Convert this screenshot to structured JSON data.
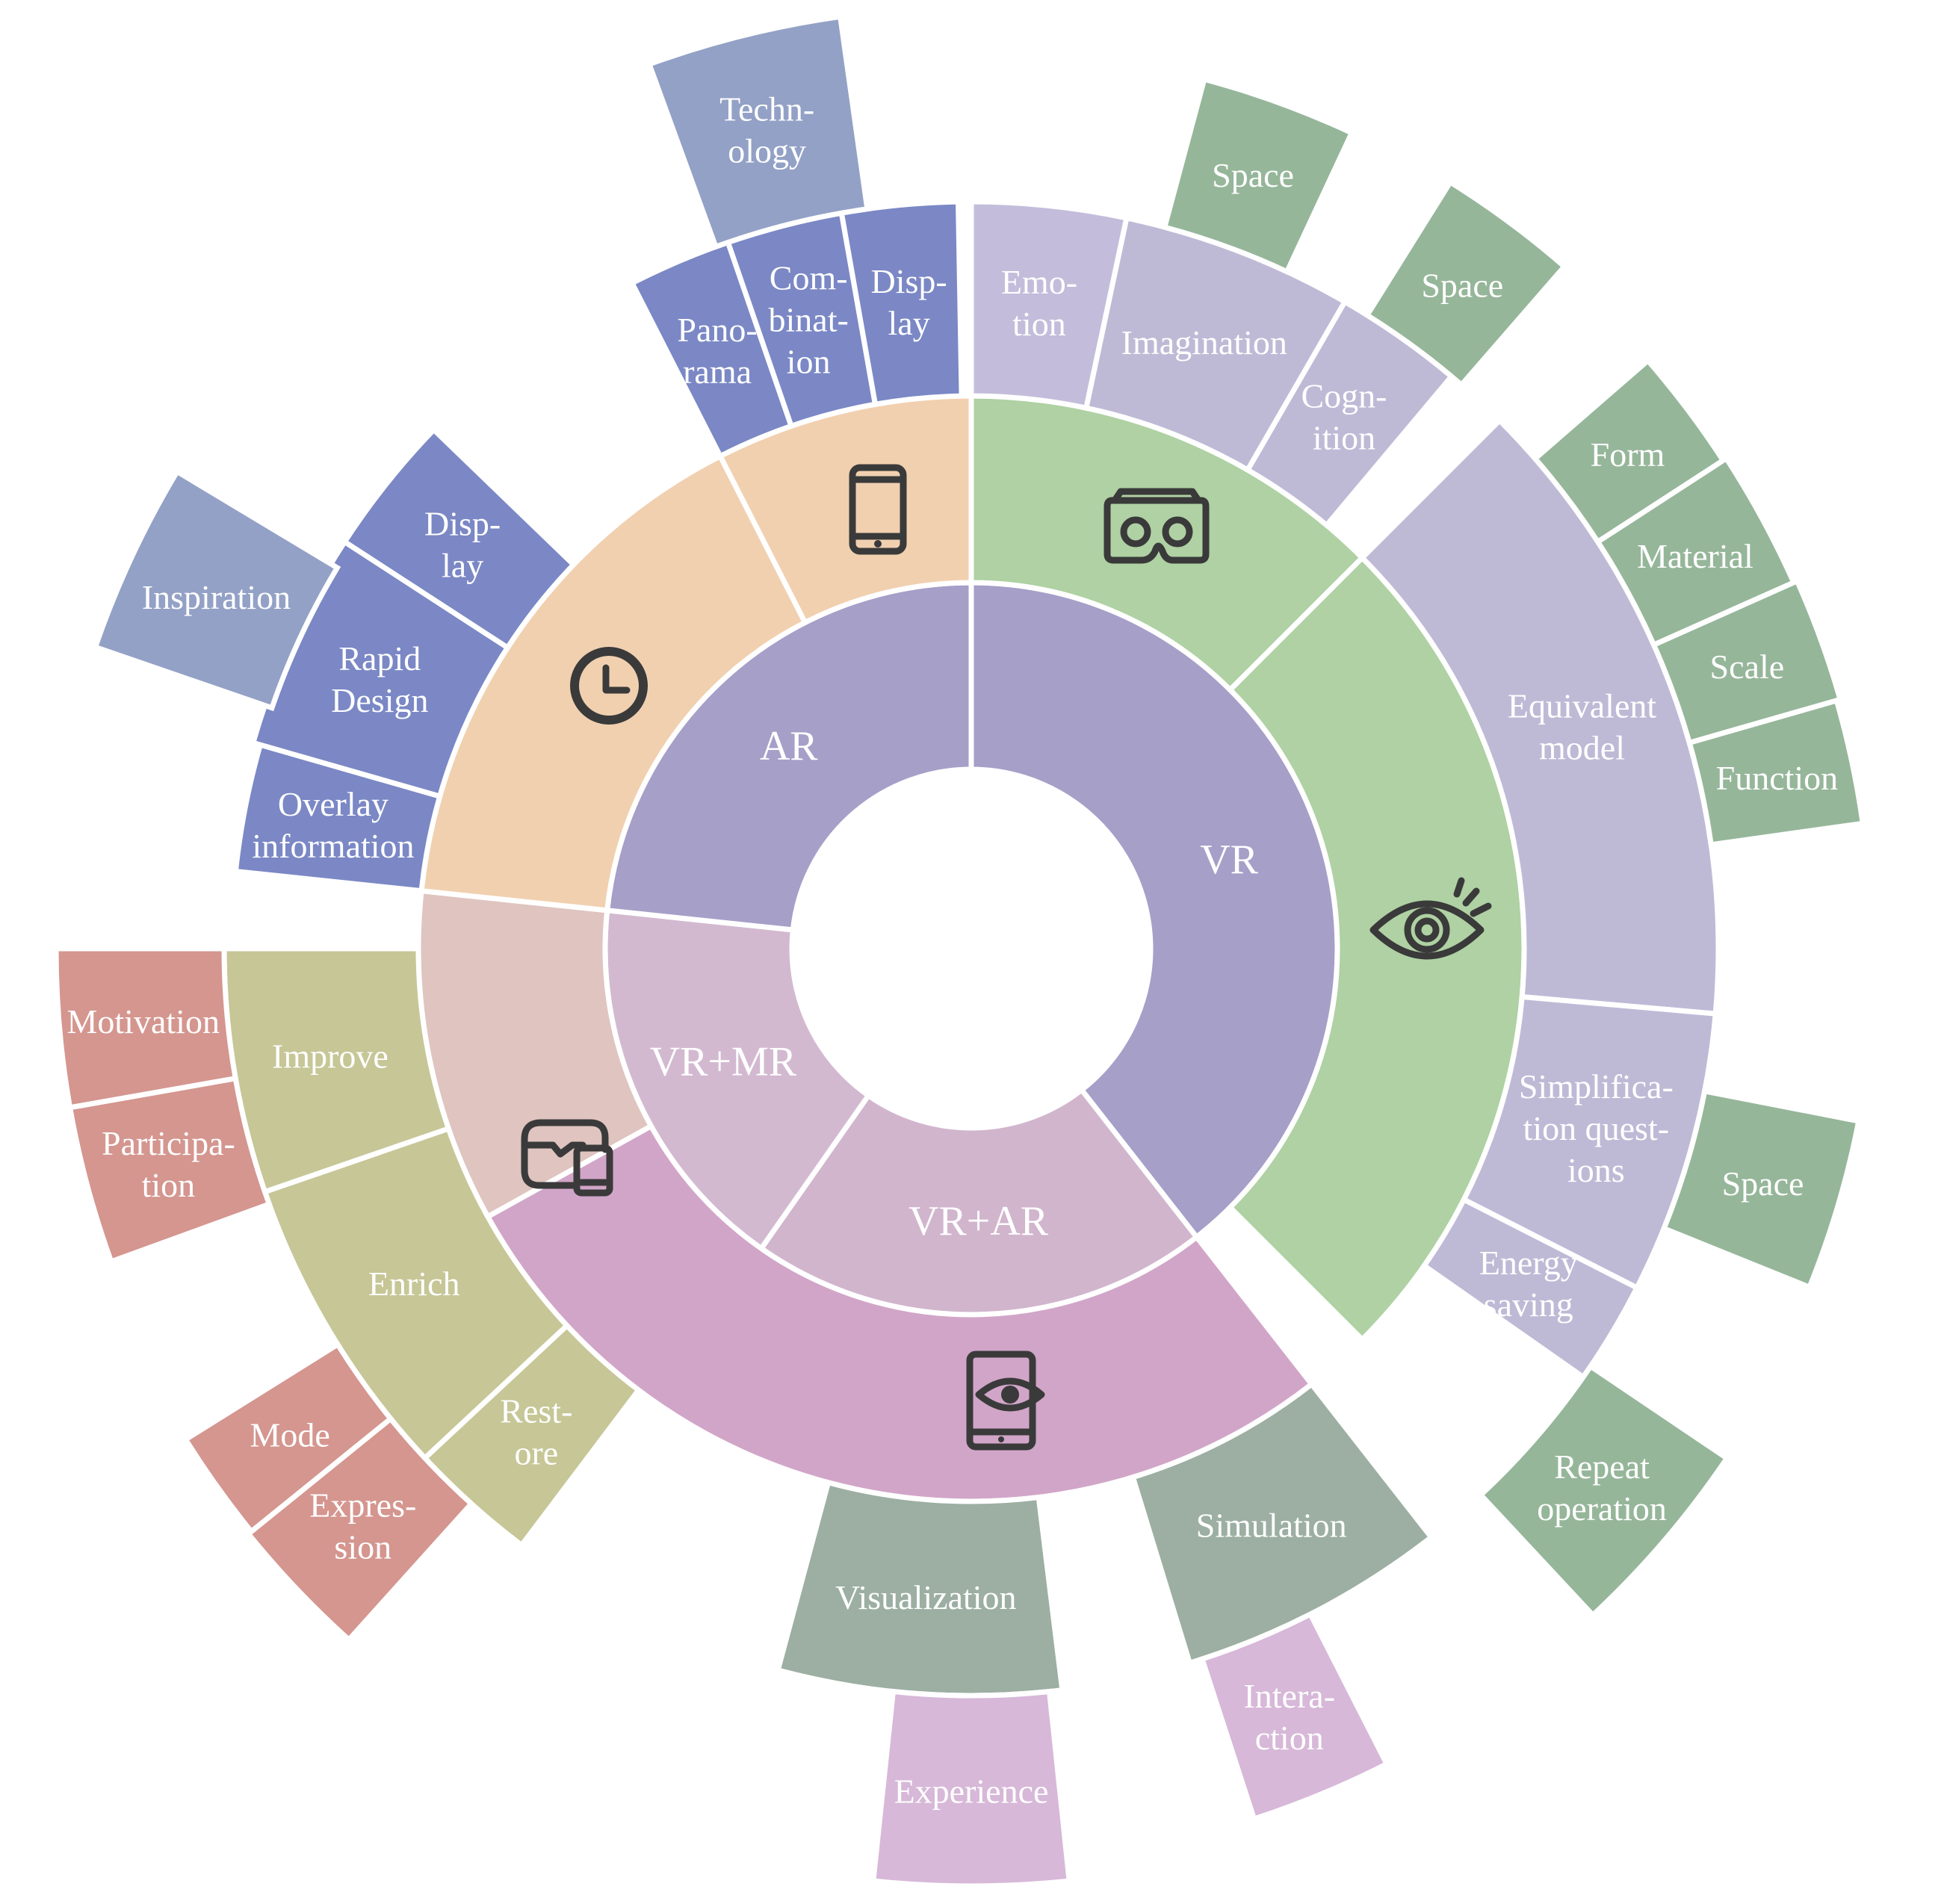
{
  "colors": {
    "core": "#a69fc8",
    "core_vrar": "#d1b5cd",
    "core_vrmr": "#d2b9d0",
    "ring_vr": "#afd1a3",
    "ring_ar": "#f1d0b0",
    "ring_vrar": "#d1a5c8",
    "ring_vrmr": "#dfc4c0",
    "purple": "#bebad6",
    "purple_light": "#c3bddb",
    "blue": "#7b88c5",
    "blue_grey": "#93a1c6",
    "green": "#96b69a",
    "olive": "#c6c697",
    "salmon": "#d4968f",
    "grey_green": "#9cafa2",
    "pink": "#d7b8d8"
  },
  "core": [
    {
      "id": "vr",
      "label": "VR",
      "a0": 0,
      "a1": 142,
      "color": "core"
    },
    {
      "id": "vrar",
      "label": "VR+AR",
      "a0": 142,
      "a1": 215,
      "color": "core_vrar"
    },
    {
      "id": "vrmr",
      "label": "VR+MR",
      "a0": 215,
      "a1": 276,
      "color": "core_vrmr"
    },
    {
      "id": "ar",
      "label": "AR",
      "a0": 276,
      "a1": 360,
      "color": "core"
    }
  ],
  "icons": [
    {
      "id": "vr-headset",
      "name": "vr-headset-icon",
      "a0": 0,
      "a1": 45,
      "color": "ring_vr"
    },
    {
      "id": "eye",
      "name": "eye-icon",
      "a0": 45,
      "a1": 135,
      "color": "ring_vr"
    },
    {
      "id": "tablet-eye",
      "name": "tablet-eye-icon",
      "a0": 142,
      "a1": 241,
      "color": "ring_vrar"
    },
    {
      "id": "vr-mr",
      "name": "vr-mr-devices-icon",
      "a0": 241,
      "a1": 276,
      "color": "ring_vrmr"
    },
    {
      "id": "clock",
      "name": "clock-icon",
      "a0": 276,
      "a1": 333,
      "color": "ring_ar"
    },
    {
      "id": "phone",
      "name": "phone-icon",
      "a0": 333,
      "a1": 360,
      "color": "ring_ar"
    }
  ],
  "ring3": [
    {
      "id": "emotion",
      "label": [
        "Emo-",
        "tion"
      ],
      "a0": 0,
      "a1": 12,
      "color": "purple_light"
    },
    {
      "id": "imagination",
      "label": [
        "Imagination"
      ],
      "a0": 12,
      "a1": 30,
      "color": "purple"
    },
    {
      "id": "cognition",
      "label": [
        "Cogn-",
        "ition"
      ],
      "a0": 30,
      "a1": 40,
      "color": "purple"
    },
    {
      "id": "equivalent-model",
      "label": [
        "Equivalent",
        "model"
      ],
      "a0": 45,
      "a1": 95,
      "color": "purple"
    },
    {
      "id": "simplification",
      "label": [
        "Simplifica-",
        "tion quest-",
        "ions"
      ],
      "a0": 95,
      "a1": 117,
      "color": "purple"
    },
    {
      "id": "energy-saving",
      "label": [
        "Energy",
        "saving"
      ],
      "a0": 117,
      "a1": 125,
      "color": "purple"
    },
    {
      "id": "simulation",
      "label": [
        "Simulation"
      ],
      "a0": 142,
      "a1": 163,
      "color": "grey_green"
    },
    {
      "id": "visualization",
      "label": [
        "Visualization"
      ],
      "a0": 173,
      "a1": 195,
      "color": "grey_green"
    },
    {
      "id": "restore",
      "label": [
        "Rest-",
        "ore"
      ],
      "a0": 217,
      "a1": 227,
      "color": "olive"
    },
    {
      "id": "enrich",
      "label": [
        "Enrich"
      ],
      "a0": 227,
      "a1": 251,
      "color": "olive"
    },
    {
      "id": "improve",
      "label": [
        "Improve"
      ],
      "a0": 251,
      "a1": 270,
      "color": "olive"
    },
    {
      "id": "overlay-information",
      "label": [
        "Overlay",
        "information"
      ],
      "a0": 276,
      "a1": 286,
      "color": "blue"
    },
    {
      "id": "rapid-design",
      "label": [
        "Rapid",
        "Design"
      ],
      "a0": 286,
      "a1": 303,
      "color": "blue"
    },
    {
      "id": "display-ar",
      "label": [
        "Disp-",
        "lay"
      ],
      "a0": 303,
      "a1": 314,
      "color": "blue"
    },
    {
      "id": "panorama",
      "label": [
        "Pano-",
        "rama"
      ],
      "a0": 333,
      "a1": 341,
      "color": "blue"
    },
    {
      "id": "combination",
      "label": [
        "Com-",
        "binat-",
        "ion"
      ],
      "a0": 341,
      "a1": 350,
      "color": "blue"
    },
    {
      "id": "display-phone",
      "label": [
        "Disp-",
        "lay"
      ],
      "a0": 350,
      "a1": 359,
      "color": "blue"
    }
  ],
  "ring4": [
    {
      "id": "space-1",
      "label": [
        "Space"
      ],
      "a0": 15,
      "a1": 25,
      "color": "green"
    },
    {
      "id": "space-2",
      "label": [
        "Space"
      ],
      "a0": 32,
      "a1": 41,
      "color": "green"
    },
    {
      "id": "form",
      "label": [
        "Form"
      ],
      "a0": 49,
      "a1": 57,
      "color": "green"
    },
    {
      "id": "material",
      "label": [
        "Material"
      ],
      "a0": 57,
      "a1": 66,
      "color": "green"
    },
    {
      "id": "scale",
      "label": [
        "Scale"
      ],
      "a0": 66,
      "a1": 74,
      "color": "green"
    },
    {
      "id": "function",
      "label": [
        "Function"
      ],
      "a0": 74,
      "a1": 82,
      "color": "green"
    },
    {
      "id": "space-3",
      "label": [
        "Space"
      ],
      "a0": 101,
      "a1": 112,
      "color": "green"
    },
    {
      "id": "repeat-operation",
      "label": [
        "Repeat",
        "operation"
      ],
      "a0": 124,
      "a1": 137,
      "color": "green"
    },
    {
      "id": "interaction",
      "label": [
        "Intera-",
        "ction"
      ],
      "a0": 153,
      "a1": 162,
      "color": "pink"
    },
    {
      "id": "experience",
      "label": [
        "Experience"
      ],
      "a0": 174,
      "a1": 186,
      "color": "pink"
    },
    {
      "id": "expression",
      "label": [
        "Expres-",
        "sion"
      ],
      "a0": 222,
      "a1": 231,
      "color": "salmon"
    },
    {
      "id": "mode",
      "label": [
        "Mode"
      ],
      "a0": 231,
      "a1": 238,
      "color": "salmon"
    },
    {
      "id": "participation",
      "label": [
        "Participa-",
        "tion"
      ],
      "a0": 250,
      "a1": 260,
      "color": "salmon"
    },
    {
      "id": "motivation",
      "label": [
        "Motivation"
      ],
      "a0": 260,
      "a1": 270,
      "color": "salmon"
    },
    {
      "id": "inspiration",
      "label": [
        "Inspiration"
      ],
      "a0": 289,
      "a1": 301,
      "color": "blue_grey"
    },
    {
      "id": "technology",
      "label": [
        "Techn-",
        "ology"
      ],
      "a0": 340,
      "a1": 352,
      "color": "blue_grey"
    }
  ]
}
